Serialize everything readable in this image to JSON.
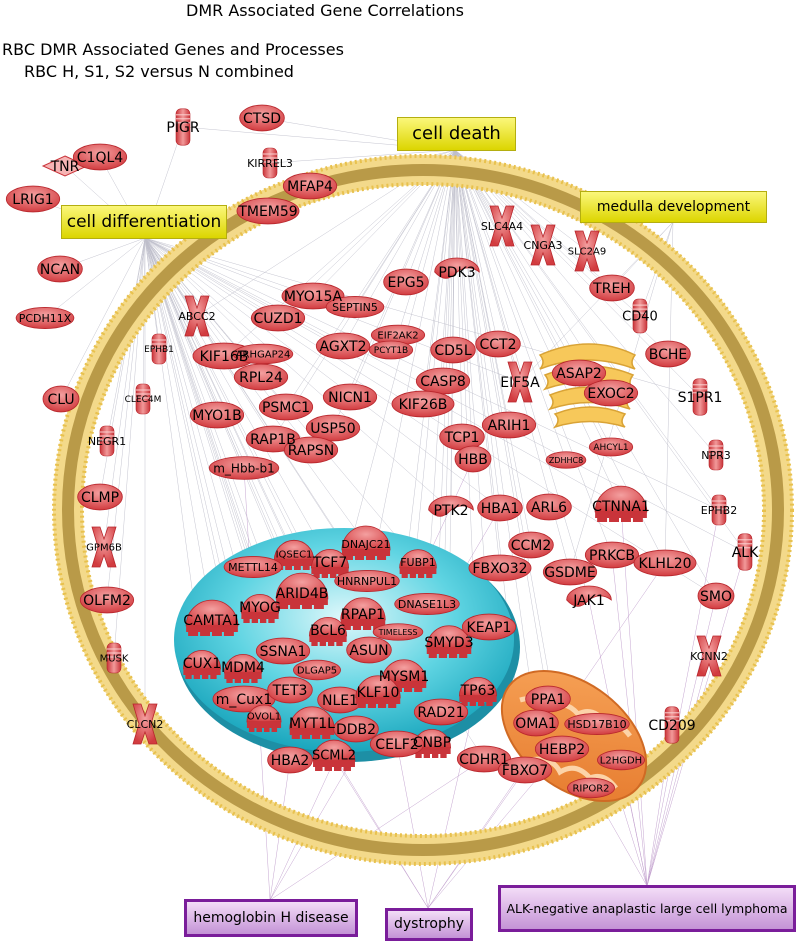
{
  "titles": {
    "main": "DMR Associated Gene Correlations",
    "subtitle1": "RBC DMR Associated Genes and Processes",
    "subtitle2": "RBC H, S1, S2 versus N combined"
  },
  "processes": {
    "cell_death": "cell death",
    "cell_differentiation": "cell differentiation",
    "medulla_development": "medulla development"
  },
  "diseases": {
    "hemoglobin_h": "hemoglobin H disease",
    "dystrophy": "dystrophy",
    "alk_lymphoma": "ALK-negative anaplastic large cell lymphoma"
  },
  "colors": {
    "gene_red": "#d9474a",
    "membrane": "#c9a74a",
    "nucleus": "#3cc6d6",
    "mitochondrion": "#f08a3a",
    "golgi": "#f5c048",
    "process_yellow": "#e8e30e",
    "disease_purple": "#7a1d9a"
  },
  "genes": {
    "extracellular": [
      "PIGR",
      "CTSD",
      "TNR",
      "C1QL4",
      "KIRREL3",
      "MFAP4",
      "LRIG1",
      "TMEM59",
      "NCAN",
      "PCDH11X",
      "CLU"
    ],
    "membrane": [
      "SLC4A4",
      "CNGA3",
      "SLC2A9",
      "ABCC2",
      "EPHB1",
      "CLEC4M",
      "NEGR1",
      "CLMP",
      "GPM6B",
      "OLFM2",
      "MUSK",
      "CLCN2",
      "TREH",
      "CD40",
      "BCHE",
      "S1PR1",
      "NPR3",
      "EPHB2",
      "ALK",
      "SMO",
      "KCNN2",
      "CD209"
    ],
    "cytoplasm": [
      "EPG5",
      "PDK3",
      "MYO15A",
      "SEPTIN5",
      "CUZD1",
      "EIF2AK2",
      "AGXT2",
      "CCT2",
      "KIF16B",
      "ARHGAP24",
      "RPL24",
      "CD5L",
      "PCYT1B",
      "CASP8",
      "EIF5A",
      "NICN1",
      "KIF26B",
      "PSMC1",
      "MYO1B",
      "USP50",
      "TCP1",
      "ARIH1",
      "RAP1B",
      "RAPSN",
      "m_Hbb-b1",
      "HBB",
      "ZDHHC8",
      "AHCYL1",
      "PTK2",
      "HBA1",
      "ARL6",
      "CTNNA1",
      "CCM2",
      "GSDME",
      "PRKCB",
      "KLHL20",
      "JAK1",
      "HBA2",
      "CDHR1"
    ],
    "golgi": [
      "ASAP2",
      "EXOC2"
    ],
    "nucleus": [
      "DNAJC21",
      "IQSEC1",
      "METTL14",
      "TCF7",
      "HNRNPUL1",
      "FUBP1",
      "MYOG",
      "ARID4B",
      "CAMTA1",
      "RPAP1",
      "DNASE1L3",
      "FBXO32",
      "BCL6",
      "TIMELESS",
      "SMYD3",
      "KEAP1",
      "SSNA1",
      "ASUN",
      "CUX1",
      "MDM4",
      "DLGAP5",
      "MYSM1",
      "TP63",
      "m_Cux1",
      "TET3",
      "NLE1",
      "KLF10",
      "RAD21",
      "OVOL1",
      "MYT1L",
      "DDB2",
      "CNBP",
      "SCML2",
      "CELF2"
    ],
    "mitochondrion": [
      "PPA1",
      "OMA1",
      "HSD17B10",
      "HEBP2",
      "L2HGDH",
      "FBXO7",
      "RIPOR2"
    ]
  }
}
